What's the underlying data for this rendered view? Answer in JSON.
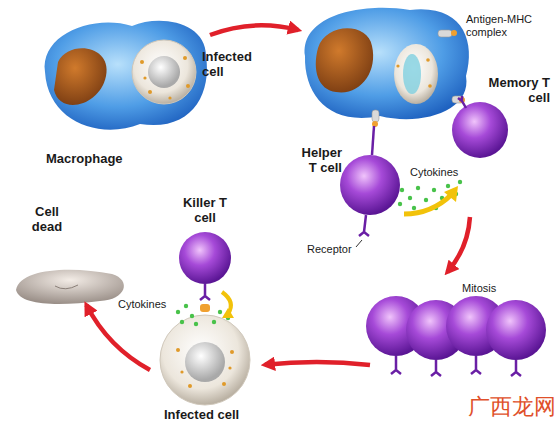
{
  "diagram": {
    "nodes": [
      {
        "text": [
          "Macrophage",
          "Infected cell"
        ]
      },
      {
        "text": [
          "Antigen-MHC complex",
          "Memory T cell",
          "Helper T cell",
          "Cytokines",
          "Receptor"
        ]
      },
      {
        "text": [
          "Mitosis"
        ]
      },
      {
        "text": [
          "Killer T cell",
          "Cytokines",
          "Infected cell"
        ]
      },
      {
        "text": [
          "Cell dead"
        ]
      }
    ],
    "edges": [
      {
        "from": 0,
        "to": 1,
        "arrow": "to"
      },
      {
        "from": 1,
        "to": 2,
        "arrow": "to"
      },
      {
        "from": 2,
        "to": 3,
        "arrow": "to"
      },
      {
        "from": 3,
        "to": 4,
        "arrow": "to"
      }
    ],
    "labels": [
      "广西龙网"
    ]
  }
}
